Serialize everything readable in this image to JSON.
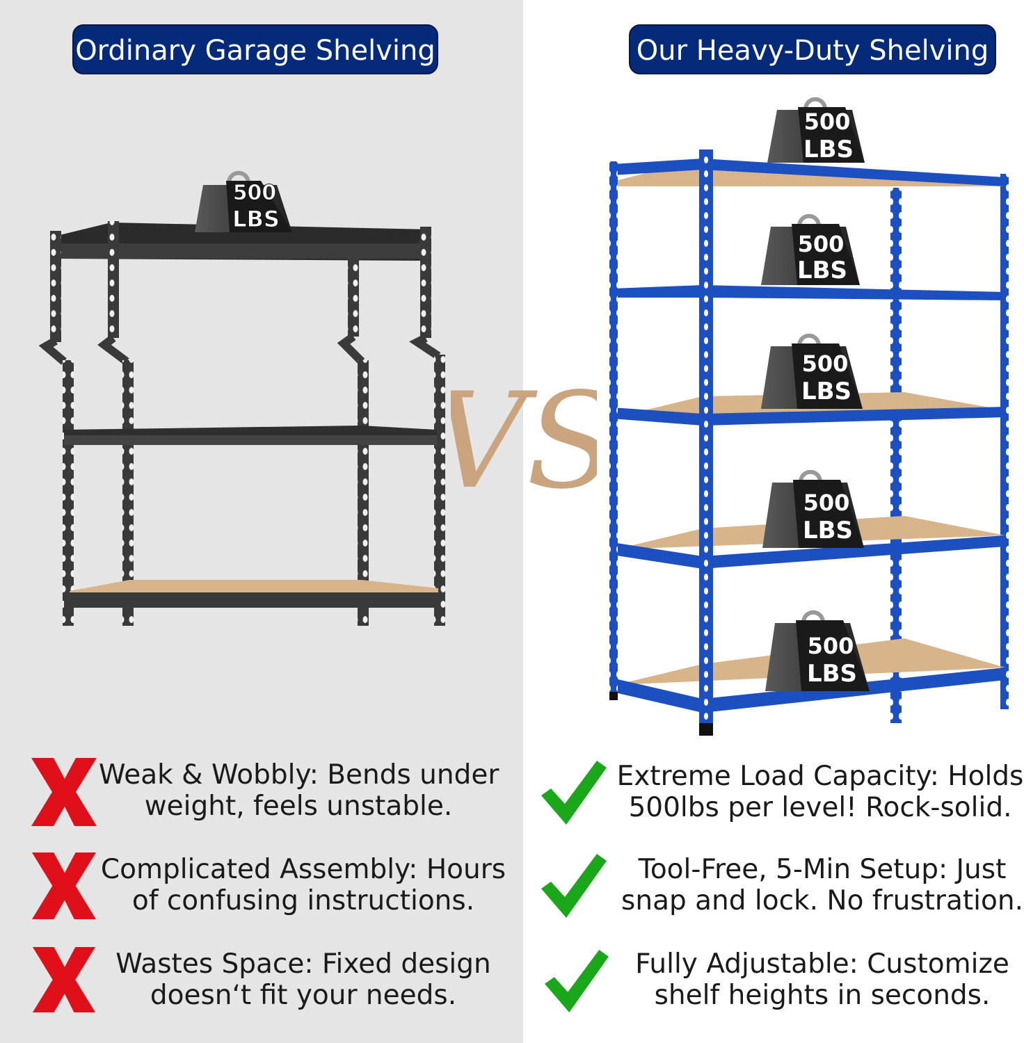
{
  "headers": {
    "left": "Ordinary Garage Shelving",
    "right": "Our Heavy-Duty Shelving"
  },
  "vs_text": "VS",
  "weights": {
    "line1": "500",
    "line2": "LBS"
  },
  "cons": [
    {
      "line1": "Weak & Wobbly: Bends under",
      "line2": "weight, feels unstable."
    },
    {
      "line1": "Complicated Assembly: Hours",
      "line2": "of confusing instructions."
    },
    {
      "line1": "Wastes Space: Fixed design",
      "line2": "doesn‘t fit your needs."
    }
  ],
  "pros": [
    {
      "line1": "Extreme Load Capacity: Holds",
      "line2": "500lbs per level! Rock-solid."
    },
    {
      "line1": "Tool-Free, 5-Min Setup: Just",
      "line2": "snap and lock. No frustration."
    },
    {
      "line1": "Fully Adjustable: Customize",
      "line2": "shelf heights in seconds."
    }
  ],
  "colors": {
    "pill_bg": "#062a7a",
    "cross": "#e0101a",
    "check": "#1aa81a",
    "blue_frame": "#1c4fc0",
    "grey_frame": "#3a3a3a",
    "board": "#d8b48a",
    "vs": "#c9a47e"
  }
}
